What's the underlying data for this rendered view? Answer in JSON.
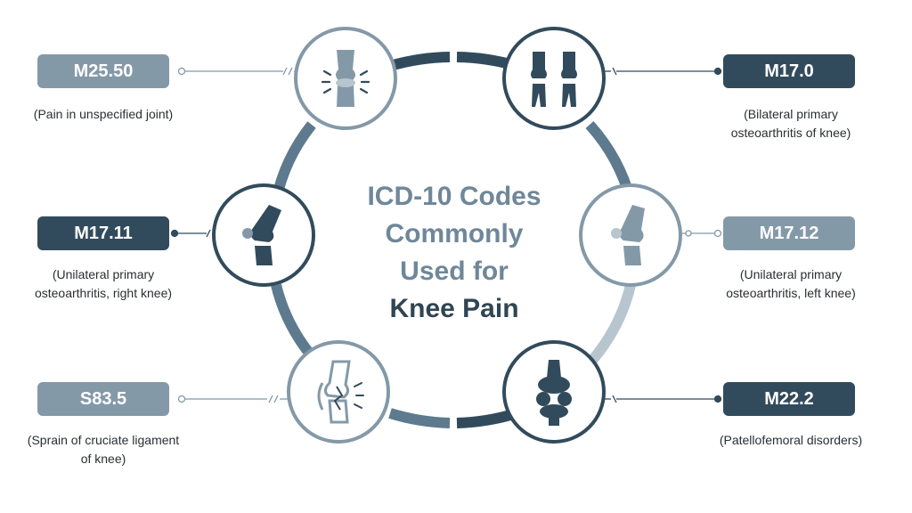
{
  "title": {
    "line1": "ICD-10 Codes",
    "line2": "Commonly",
    "line3": "Used for",
    "line4": "Knee Pain"
  },
  "colors": {
    "dark": "#324b5c",
    "medium": "#5d7a8e",
    "light": "#8499a8",
    "ring_light": "#b7c5cf"
  },
  "items": [
    {
      "code": "M25.50",
      "description": "(Pain in unspecified joint)",
      "icon": "knee-pain-icon",
      "style": "light"
    },
    {
      "code": "M17.0",
      "description": "(Bilateral primary osteoarthritis of knee)",
      "icon": "bilateral-knees-icon",
      "style": "dark"
    },
    {
      "code": "M17.11",
      "description": "(Unilateral primary osteoarthritis, right knee)",
      "icon": "right-knee-icon",
      "style": "dark"
    },
    {
      "code": "M17.12",
      "description": "(Unilateral primary osteoarthritis, left knee)",
      "icon": "left-knee-icon",
      "style": "light"
    },
    {
      "code": "S83.5",
      "description": "(Sprain of cruciate ligament of knee)",
      "icon": "ligament-sprain-icon",
      "style": "light"
    },
    {
      "code": "M22.2",
      "description": "(Patellofemoral disorders)",
      "icon": "patellofemoral-icon",
      "style": "dark"
    }
  ]
}
